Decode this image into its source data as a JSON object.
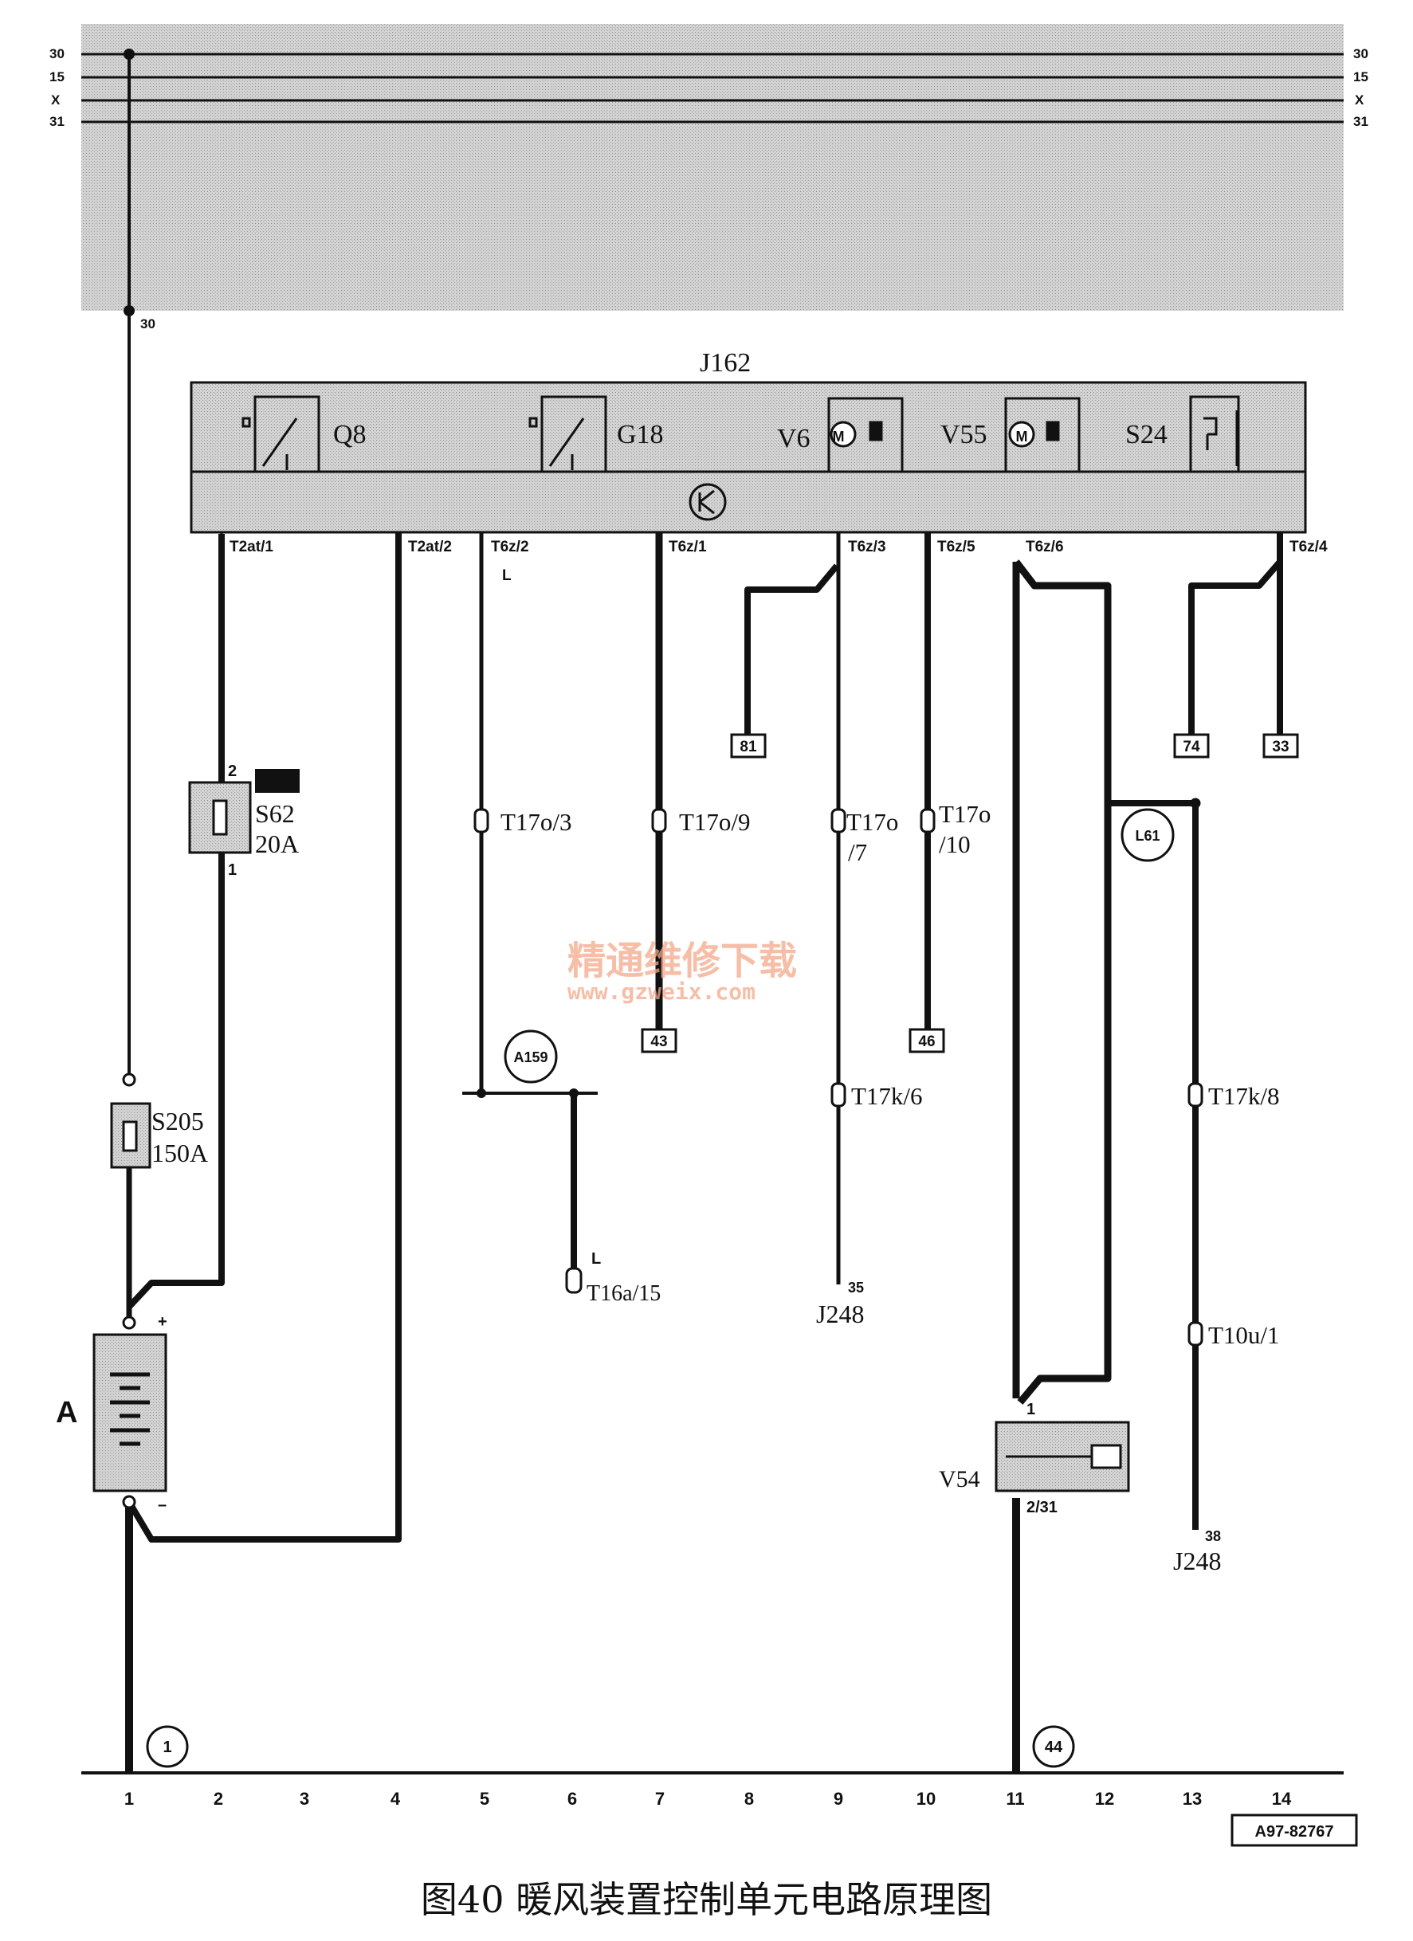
{
  "bus": {
    "lines": [
      "30",
      "15",
      "X",
      "31"
    ],
    "tap_label": "30"
  },
  "module": {
    "name": "J162",
    "components": [
      "Q8",
      "G18",
      "V6",
      "V55",
      "S24"
    ],
    "pins": [
      "T2at/1",
      "T2at/2",
      "T6z/2",
      "T6z/1",
      "T6z/3",
      "T6z/5",
      "T6z/6",
      "T6z/4"
    ]
  },
  "pin_markers": {
    "t6z2": "L",
    "t16a": "L"
  },
  "fuses": [
    {
      "name": "S62",
      "rating": "20A",
      "pin_top": "2",
      "pin_bottom": "1"
    },
    {
      "name": "S205",
      "rating": "150A"
    }
  ],
  "battery": {
    "name": "A",
    "plus": "+",
    "minus": "–"
  },
  "connectors": [
    "T17o/3",
    "T17o/9",
    "T17o",
    "/7",
    "T17o",
    "/10",
    "T17k/6",
    "T17k/8",
    "T10u/1",
    "T16a/15"
  ],
  "refs": [
    "81",
    "74",
    "33",
    "43",
    "46"
  ],
  "junctions": [
    "A159",
    "L61"
  ],
  "ground_points": [
    "1",
    "44"
  ],
  "j248": [
    {
      "label": "J248",
      "pin": "35"
    },
    {
      "label": "J248",
      "pin": "38"
    }
  ],
  "v54": {
    "name": "V54",
    "pin_top": "1",
    "pin_bottom": "2/31"
  },
  "columns": [
    "1",
    "2",
    "3",
    "4",
    "5",
    "6",
    "7",
    "8",
    "9",
    "10",
    "11",
    "12",
    "13",
    "14"
  ],
  "doc_id": "A97-82767",
  "watermark": {
    "line1": "精通维修下载",
    "line2": "www.gzweix.com"
  },
  "caption": "图40   暖风装置控制单元电路原理图",
  "colors": {
    "bus_bg": "#cfcfcf",
    "module_bg": "#cdcdcd",
    "wire": "#111111",
    "watermark": "#f3a98a"
  }
}
